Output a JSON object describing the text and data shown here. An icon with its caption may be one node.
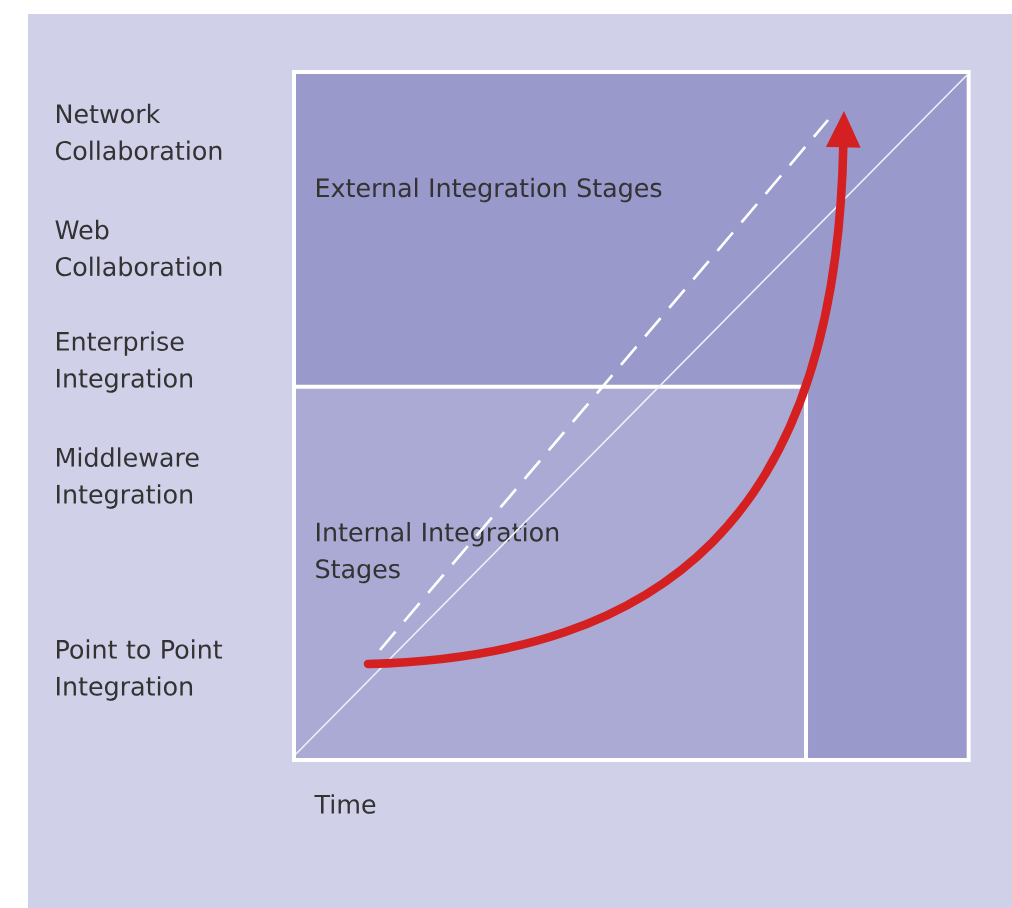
{
  "diagram": {
    "nodes": [
      {
        "text": [
          "External Integration Stages"
        ]
      },
      {
        "text": [
          "Internal Integration Stages"
        ],
        "in": 0
      }
    ],
    "labels": [
      "Network Collaboration",
      "Web Collaboration",
      "Enterprise Integration",
      "Middleware Integration",
      "Point to Point Integration",
      "Time"
    ]
  }
}
